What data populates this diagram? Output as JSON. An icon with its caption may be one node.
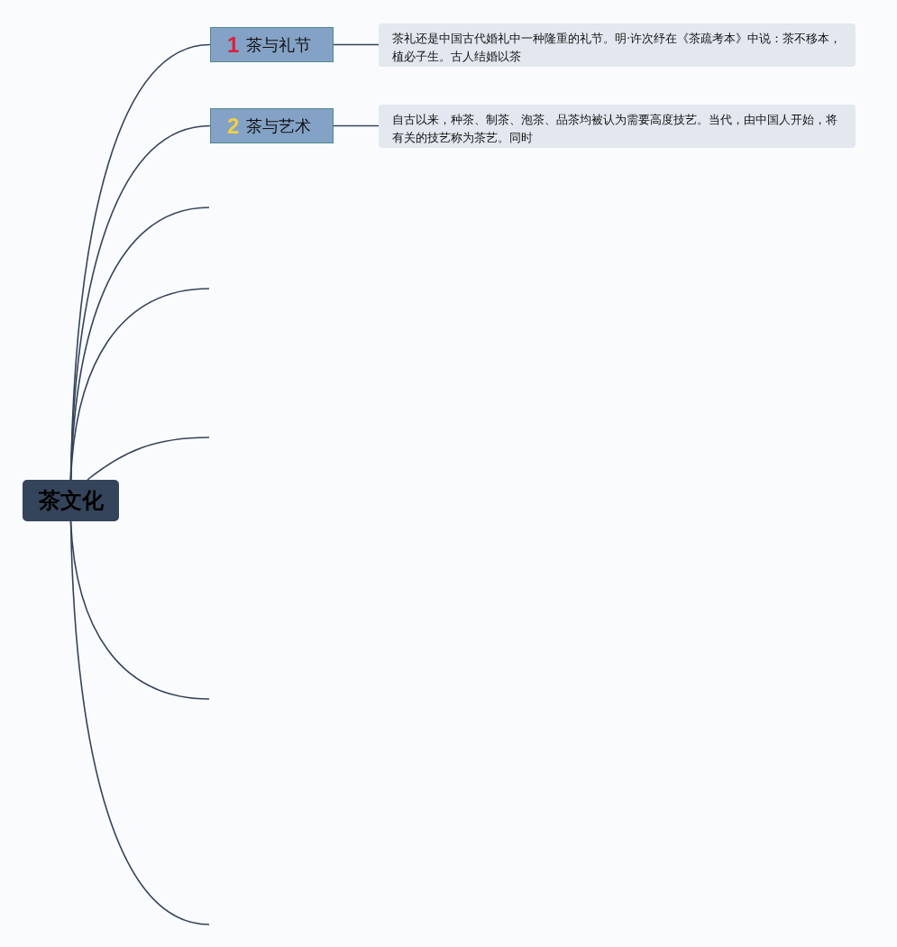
{
  "diagram": {
    "nodes": [
      {
        "text": [
          "茶文化"
        ]
      },
      {
        "text": [
          "1",
          "茶与礼节"
        ]
      },
      {
        "text": [
          "2",
          "茶与艺术"
        ]
      },
      {
        "text": [
          "茶礼还是中国古代婚礼中一种隆重的礼节。明·许次纾在《茶疏考本》中说：茶不移本，植必子生。古人结婚以茶"
        ]
      },
      {
        "text": [
          "自古以来，种茶、制茶、泡茶、品茶均被认为需要高度技艺。当代，由中国人开始，将有关的技艺称为茶艺。同时"
        ]
      }
    ],
    "edges": [
      {
        "from": 0,
        "to": 1,
        "arrow": "none"
      },
      {
        "from": 0,
        "to": 2,
        "arrow": "none"
      },
      {
        "from": 1,
        "to": 3,
        "arrow": "none"
      },
      {
        "from": 2,
        "to": 4,
        "arrow": "none"
      },
      {
        "from": 0,
        "to": null,
        "arrow": "none"
      },
      {
        "from": 0,
        "to": null,
        "arrow": "none"
      },
      {
        "from": 0,
        "to": null,
        "arrow": "none"
      },
      {
        "from": 0,
        "to": null,
        "arrow": "none"
      },
      {
        "from": 0,
        "to": null,
        "arrow": "none"
      }
    ]
  }
}
